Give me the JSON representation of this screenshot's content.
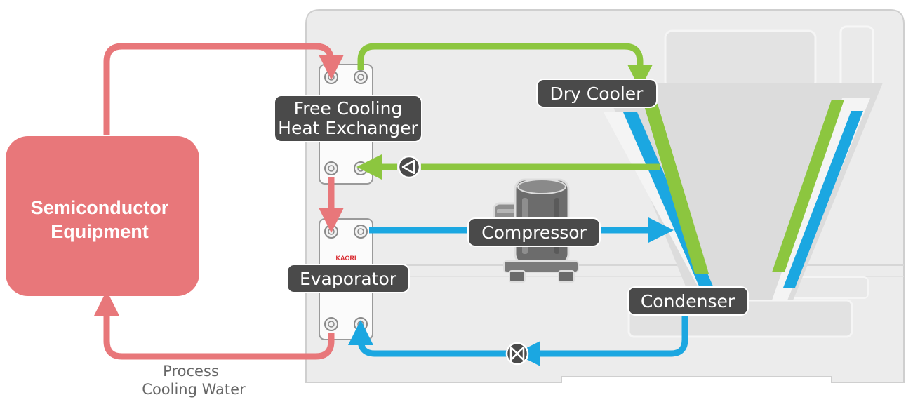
{
  "equipment": {
    "line1": "Semiconductor",
    "line2": "Equipment"
  },
  "heat_exchanger": {
    "line1": "Free Cooling",
    "line2": "Heat Exchanger"
  },
  "evaporator": {
    "label": "Evaporator",
    "brand": "KAORI"
  },
  "compressor": {
    "label": "Compressor"
  },
  "dry_cooler": {
    "label": "Dry Cooler"
  },
  "condenser": {
    "label": "Condenser"
  },
  "water_caption": {
    "line1": "Process",
    "line2": "Cooling Water"
  },
  "colors": {
    "process_water": "#e8777a",
    "glycol": "#8cc63f",
    "refrigerant": "#1ba7e1",
    "label_bg": "#4a4a4a",
    "cabinet": "#ececec"
  }
}
